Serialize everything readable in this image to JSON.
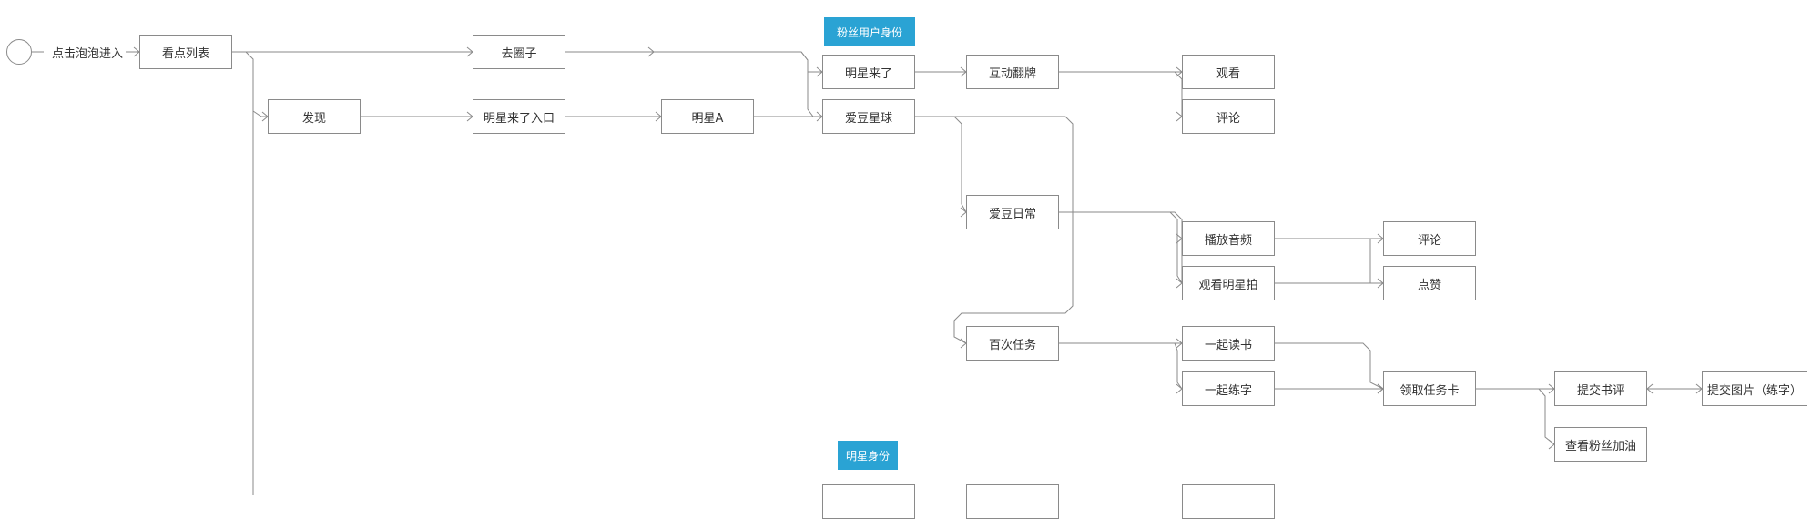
{
  "start": {
    "label": "点击泡泡进入"
  },
  "nodes": {
    "kandian_list": "看点列表",
    "quanzi": "去圈子",
    "faxian": "发现",
    "mingxing_entry": "明星来了入口",
    "mingxing_a": "明星A",
    "mingxing_laile": "明星来了",
    "aidou_xingqiu": "爱豆星球",
    "hudong_fanpai": "互动翻牌",
    "guankan": "观看",
    "pinglun_1": "评论",
    "aidou_richang": "爱豆日常",
    "bofang_yinpin": "播放音频",
    "guankan_mingxingpai": "观看明星拍",
    "pinglun_2": "评论",
    "dianzan": "点赞",
    "baici_renwu": "百次任务",
    "yiqi_dushu": "一起读书",
    "yiqi_lianzi": "一起练字",
    "lingqu_renwuka": "领取任务卡",
    "tijiao_shuping": "提交书评",
    "tijiao_tupian": "提交图片（练字）",
    "chakan_fensi": "查看粉丝加油",
    "bottom_1": "",
    "bottom_2": "",
    "bottom_3": ""
  },
  "tags": {
    "fan_identity": "粉丝用户身份",
    "star_identity": "明星身份"
  },
  "colors": {
    "tag_bg": "#2aa3d4",
    "line": "#8a8a8a",
    "node_border": "#8a8a8a"
  }
}
